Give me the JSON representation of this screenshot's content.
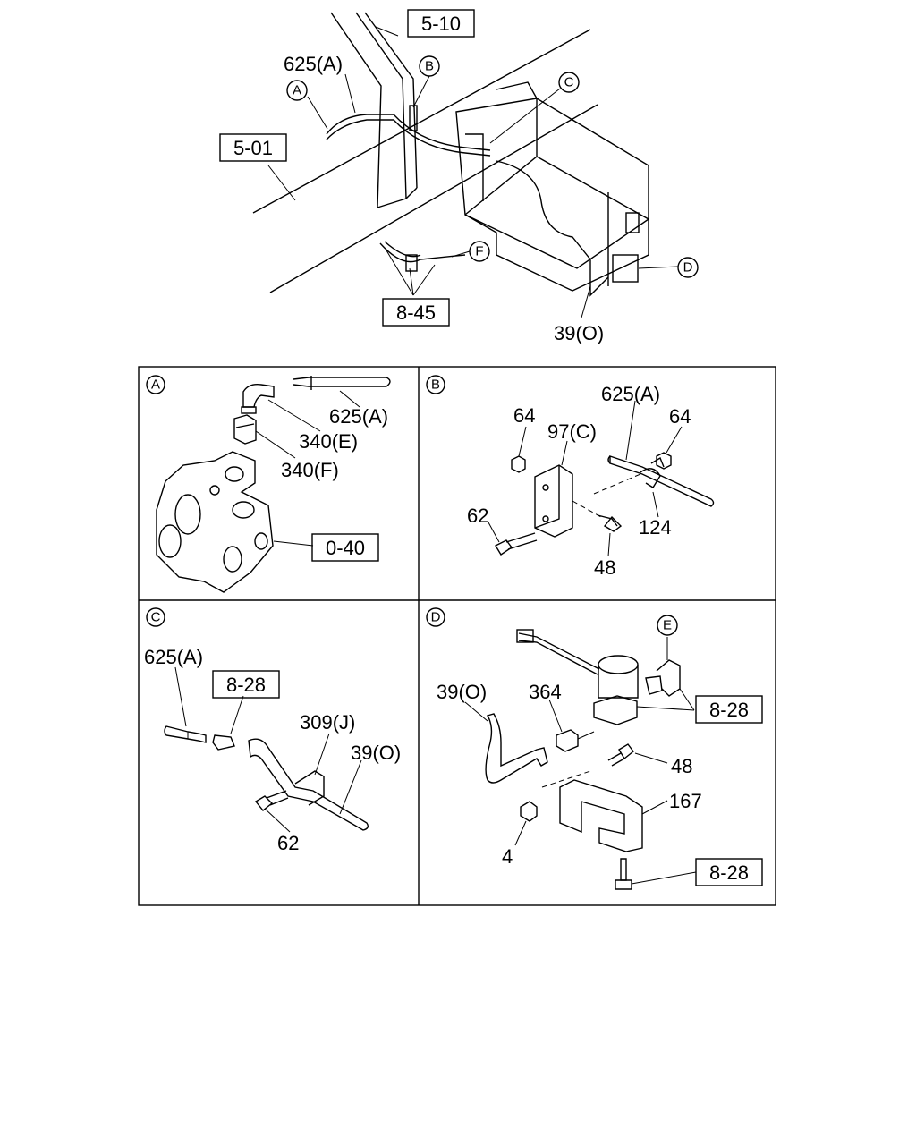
{
  "overview": {
    "refs": {
      "r510": "5-10",
      "r501": "5-01",
      "r845": "8-45"
    },
    "parts": {
      "p625": "625(A)",
      "p39": "39(O)"
    },
    "callouts": {
      "a": "A",
      "b": "B",
      "c": "C",
      "d": "D",
      "f": "F"
    }
  },
  "panel_a": {
    "title": "A",
    "labels": {
      "p625": "625(A)",
      "p340e": "340(E)",
      "p340f": "340(F)"
    },
    "refs": {
      "r040": "0-40"
    }
  },
  "panel_b": {
    "title": "B",
    "labels": {
      "p625": "625(A)",
      "p64a": "64",
      "p97": "97(C)",
      "p64b": "64",
      "p62": "62",
      "p124": "124",
      "p48": "48"
    }
  },
  "panel_c": {
    "title": "C",
    "labels": {
      "p625": "625(A)",
      "p309": "309(J)",
      "p39": "39(O)",
      "p62": "62"
    },
    "refs": {
      "r828": "8-28"
    }
  },
  "panel_d": {
    "title": "D",
    "labels": {
      "p39": "39(O)",
      "p364": "364",
      "p48": "48",
      "p167": "167",
      "p4": "4"
    },
    "callouts": {
      "e": "E"
    },
    "refs": {
      "r828a": "8-28",
      "r828b": "8-28"
    }
  }
}
